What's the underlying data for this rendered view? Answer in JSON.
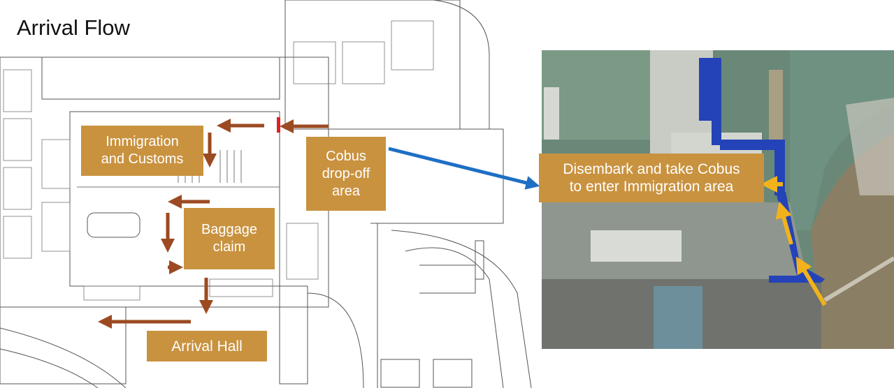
{
  "slide": {
    "title": "Arrival Flow"
  },
  "floor_plan": {
    "labels": {
      "immigration": "Immigration\nand Customs",
      "baggage": "Baggage\nclaim",
      "cobus": "Cobus\ndrop-off\narea",
      "arrival_hall": "Arrival Hall"
    }
  },
  "aerial_photo": {
    "label": "Disembark and take Cobus\nto enter Immigration area"
  },
  "colors": {
    "label_bg": "#c9923f",
    "flow_arrow": "#9c4a22",
    "connector_arrow": "#1e6fc4",
    "route_blue": "#2443b8",
    "route_yellow": "#f2b21c"
  }
}
